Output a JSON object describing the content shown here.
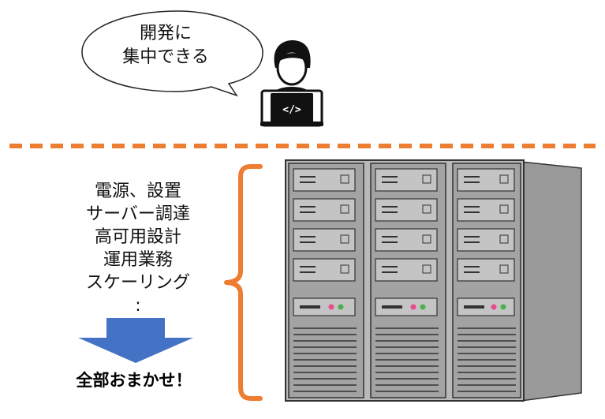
{
  "speech_bubble": {
    "line1": "開発に",
    "line2": "集中できる"
  },
  "developer": {
    "laptop_symbol": "</>"
  },
  "responsibilities": [
    "電源、設置",
    "サーバー調達",
    "高可用設計",
    "運用業務",
    "スケーリング",
    ":"
  ],
  "footer_label": "全部おまかせ！",
  "colors": {
    "divider": "#ED7D31",
    "brace": "#ED7D31",
    "arrow": "#4472C4",
    "rack": "#8E8E8E"
  },
  "icons": [
    "speech-bubble",
    "developer-laptop-icon",
    "server-rack-icon",
    "down-arrow-icon",
    "curly-brace"
  ]
}
